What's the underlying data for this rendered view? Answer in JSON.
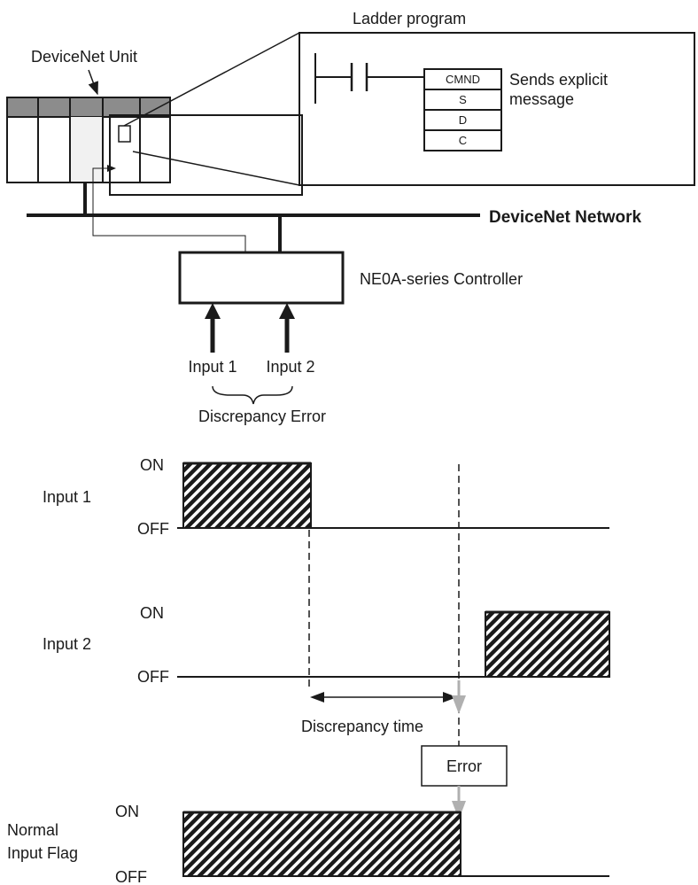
{
  "top": {
    "ladder_program": "Ladder program",
    "devicenet_unit": "DeviceNet Unit",
    "devicenet_network": "DeviceNet Network",
    "controller": "NE0A-series Controller",
    "instruction_rows": [
      "CMND",
      "S",
      "D",
      "C"
    ],
    "instruction_note_line1": "Sends explicit",
    "instruction_note_line2": "message",
    "input1": "Input 1",
    "input2": "Input 2",
    "discrepancy_error": "Discrepancy Error"
  },
  "timing": {
    "on": "ON",
    "off": "OFF",
    "input1": "Input 1",
    "input2": "Input 2",
    "flag_line1": "Normal",
    "flag_line2": "Input Flag",
    "discrepancy_time": "Discrepancy time",
    "error": "Error"
  },
  "colors": {
    "ink": "#1a1a1a",
    "rail_gray": "#8c8c8c",
    "arrow_gray": "#b0b0b0"
  }
}
